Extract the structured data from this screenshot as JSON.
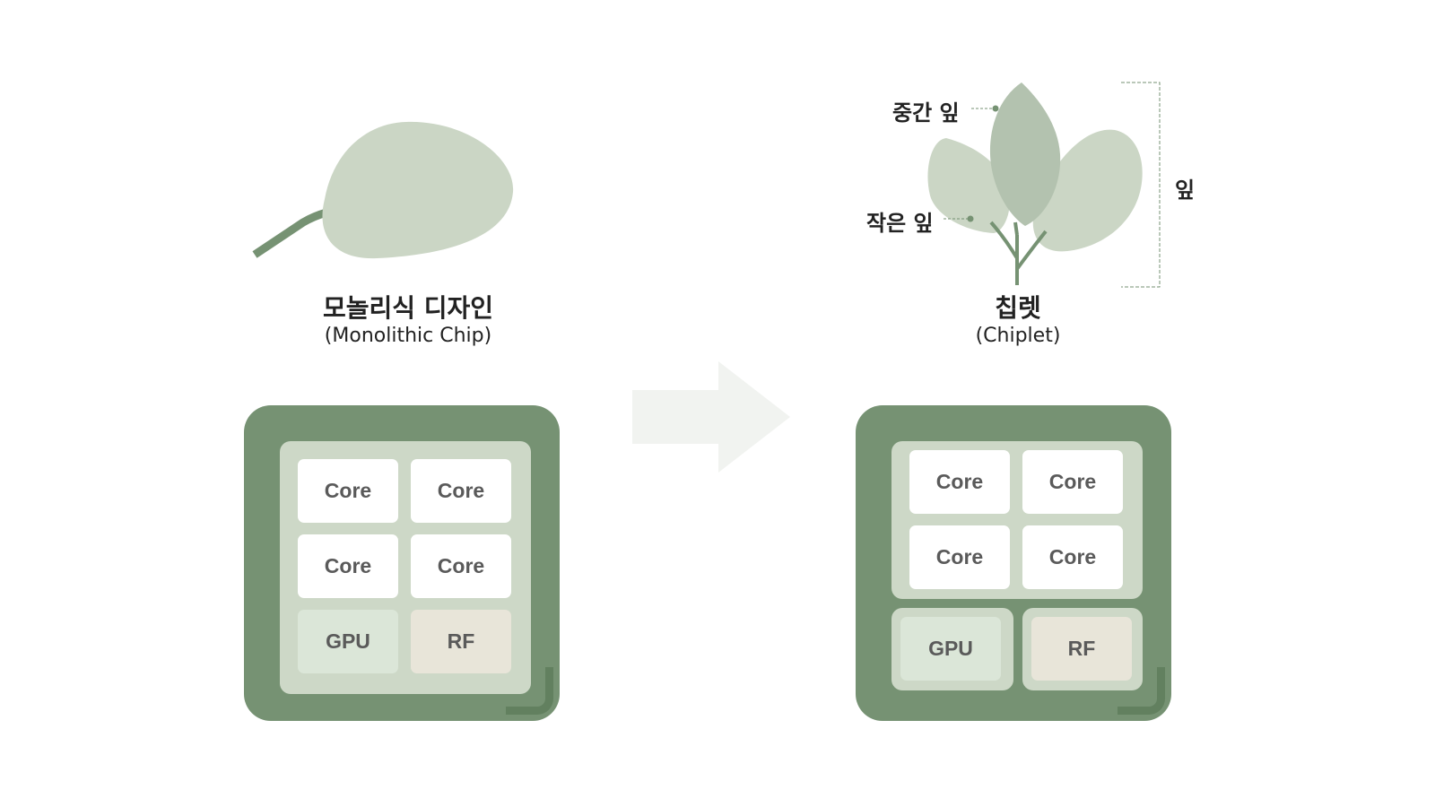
{
  "monolithic": {
    "title": "모놀리식 디자인",
    "subtitle": "(Monolithic Chip)",
    "cells": [
      "Core",
      "Core",
      "Core",
      "Core",
      "GPU",
      "RF"
    ]
  },
  "chiplet": {
    "title": "칩렛",
    "subtitle": "(Chiplet)",
    "cells": [
      "Core",
      "Core",
      "Core",
      "Core",
      "GPU",
      "RF"
    ],
    "labels": {
      "middle_leaf": "중간 잎",
      "small_leaf": "작은 잎",
      "leaf": "잎"
    }
  },
  "colors": {
    "chip_body": "#769273",
    "panel": "#cdd8c7",
    "leaf": "#cbd6c5",
    "stem": "#769273"
  }
}
